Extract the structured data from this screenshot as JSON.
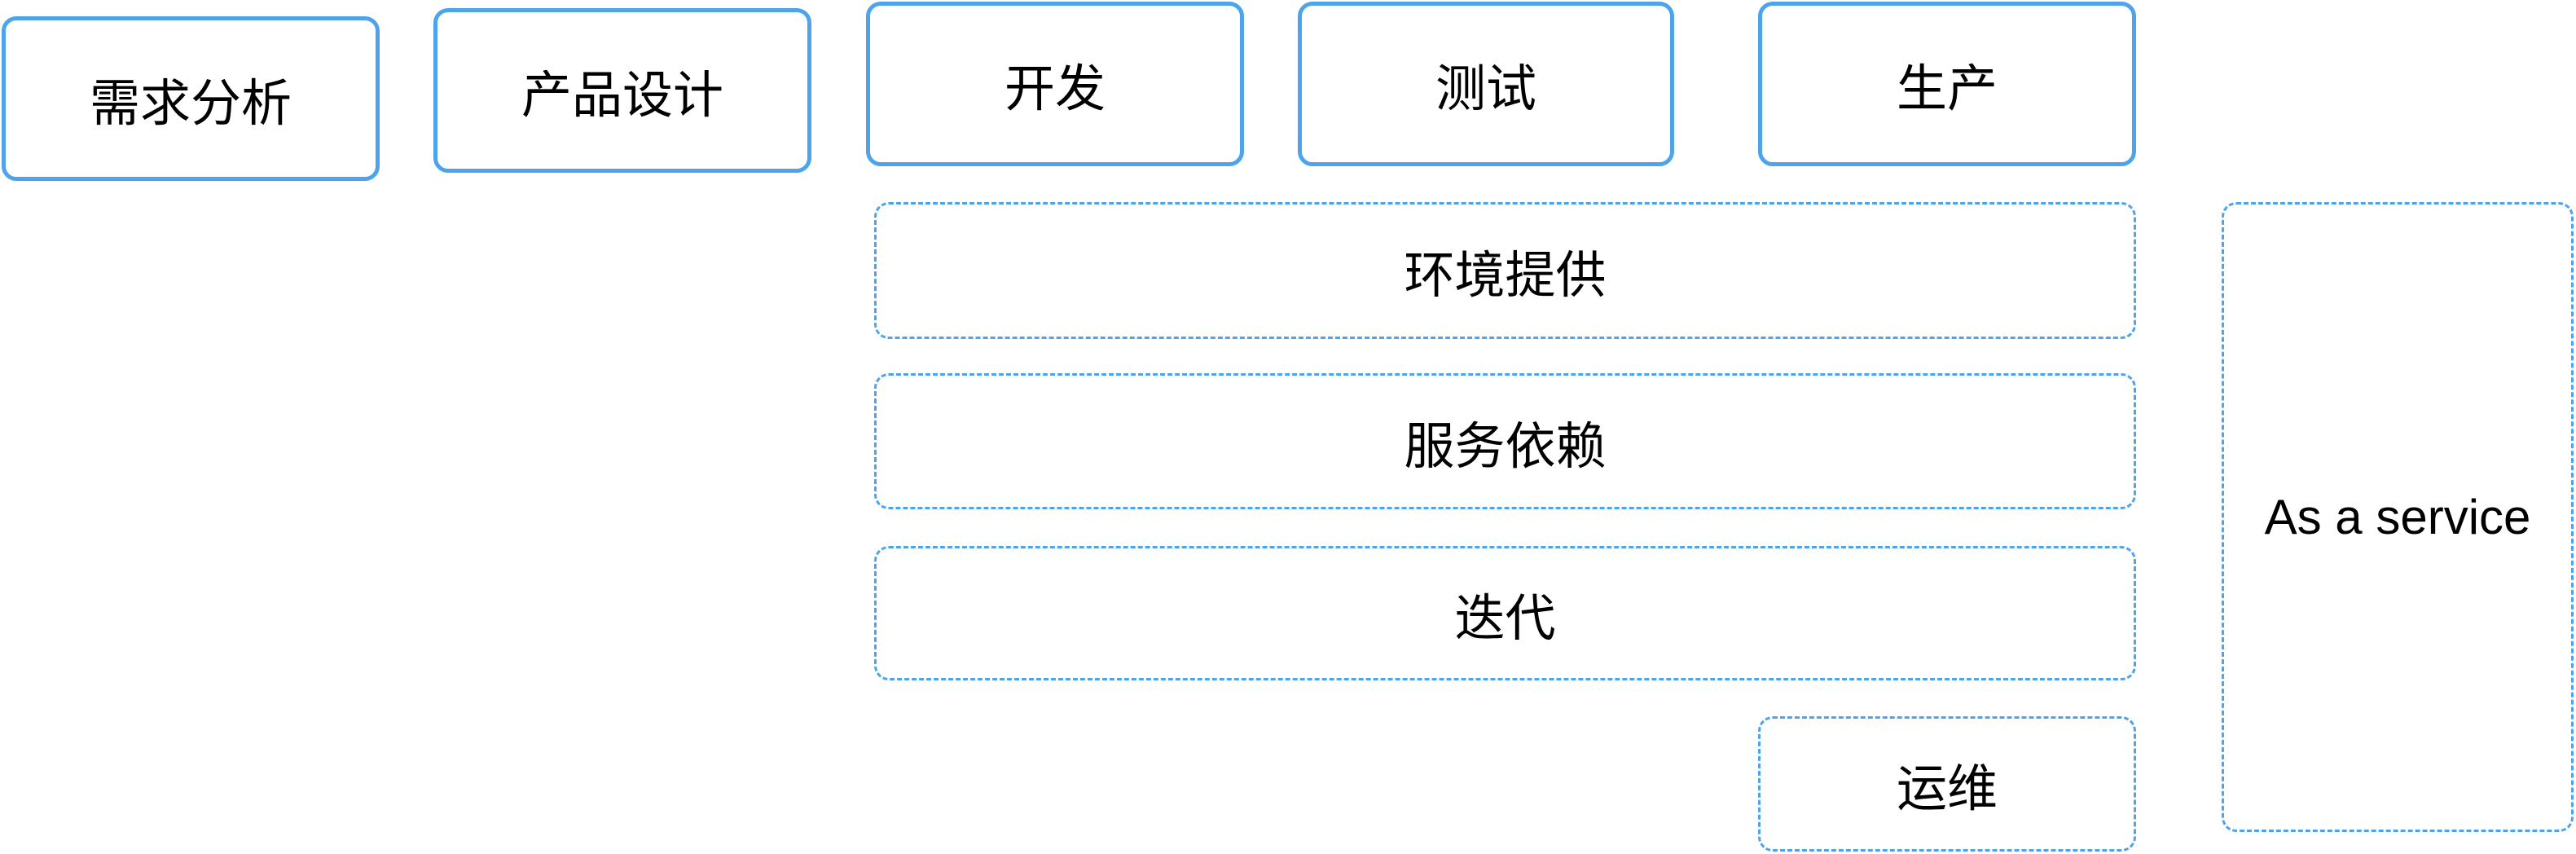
{
  "stages": [
    "需求分析",
    "产品设计",
    "开发",
    "测试",
    "生产"
  ],
  "layers": [
    "环境提供",
    "服务依赖",
    "迭代"
  ],
  "ops": "运维",
  "service": "As a service",
  "colors": {
    "border": "#4da3ec",
    "text": "#000000"
  }
}
